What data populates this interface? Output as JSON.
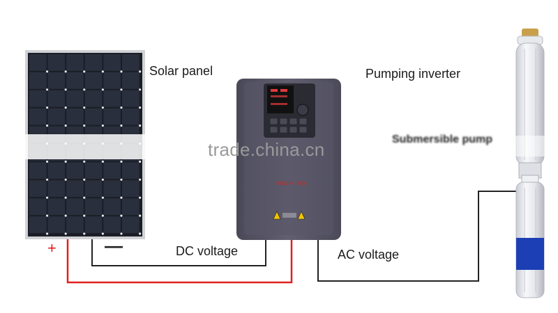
{
  "labels": {
    "solar_panel": "Solar panel",
    "pumping_inverter": "Pumping inverter",
    "submersible_pump": "Submersible pump",
    "dc_voltage": "DC voltage",
    "ac_voltage": "AC voltage",
    "positive_terminal": "+",
    "negative_terminal": "—"
  },
  "watermark": "trade.china.cn",
  "inverter_brand": "VEICHI TEK",
  "colors": {
    "positive_wire": "#e02020",
    "negative_wire": "#222222",
    "ac_wire": "#222222",
    "panel_cell": "#1b1e26",
    "inverter_body": "#5a5968",
    "pump_band": "#1d3fb5"
  }
}
